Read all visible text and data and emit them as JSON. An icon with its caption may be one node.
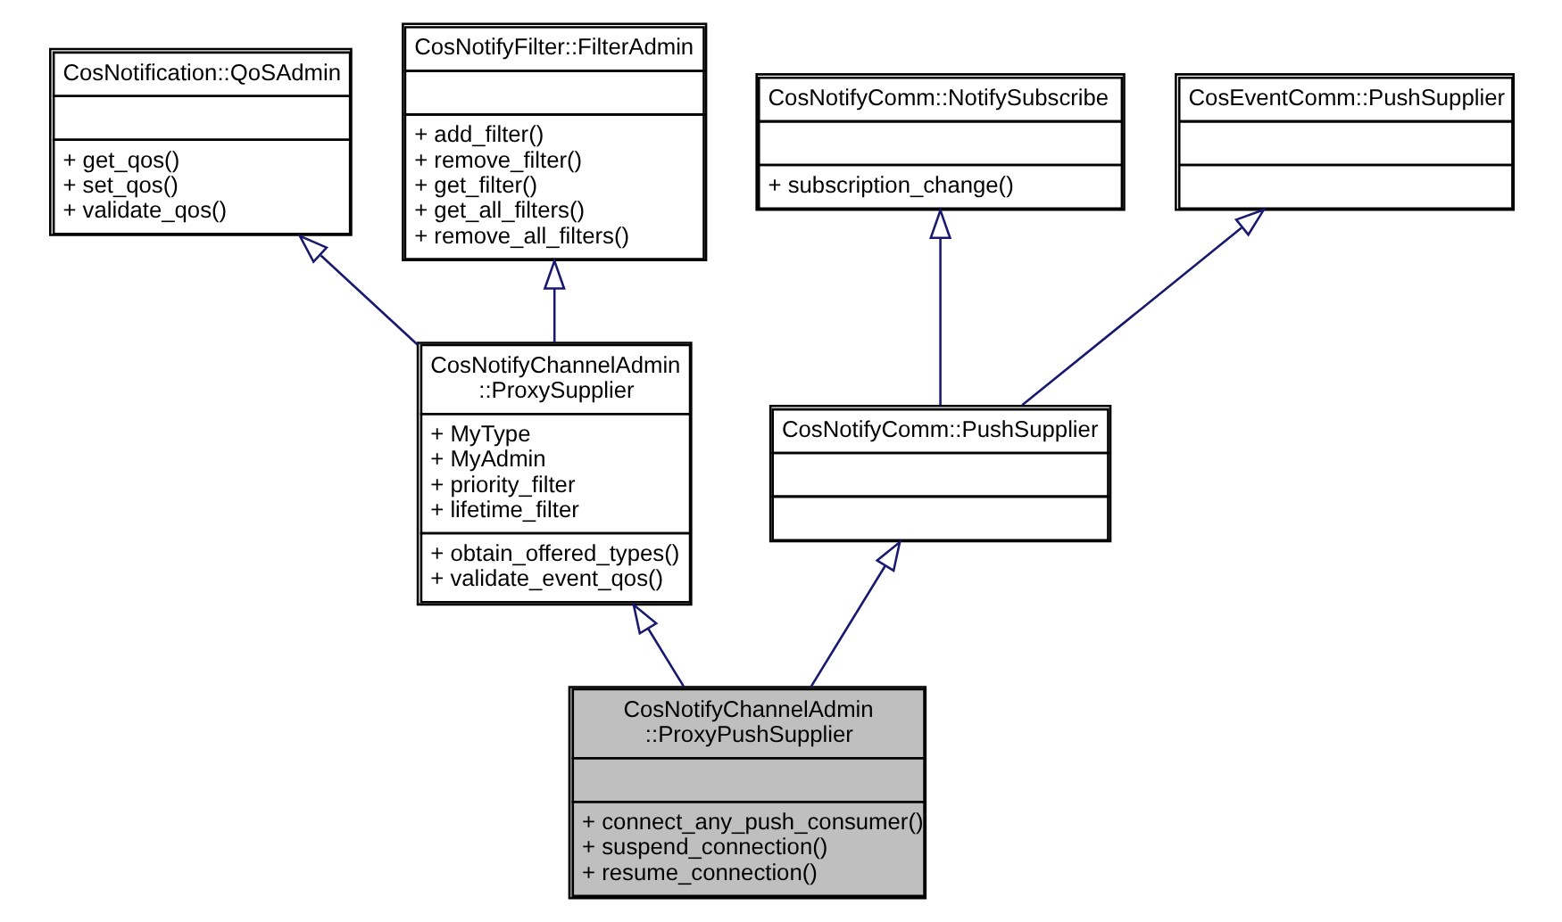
{
  "diagram": {
    "nodes": [
      {
        "text": [
          "CosNotification::QoSAdmin",
          "+ get_qos() + set_qos() + validate_qos()"
        ]
      },
      {
        "text": [
          "CosNotifyFilter::FilterAdmin",
          "+ add_filter() + remove_filter() + get_filter() + get_all_filters() + remove_all_filters()"
        ]
      },
      {
        "text": [
          "CosNotifyComm::NotifySubscribe",
          "+ subscription_change()"
        ]
      },
      {
        "text": [
          "CosEventComm::PushSupplier"
        ]
      },
      {
        "text": [
          "CosNotifyChannelAdmin ::ProxySupplier",
          "+ MyType + MyAdmin + priority_filter + lifetime_filter",
          "+ obtain_offered_types() + validate_event_qos()"
        ]
      },
      {
        "text": [
          "CosNotifyComm::PushSupplier"
        ]
      },
      {
        "text": [
          "CosNotifyChannelAdmin ::ProxyPushSupplier",
          "+ connect_any_push_consumer() + suspend_connection() + resume_connection()"
        ]
      }
    ],
    "edges": [
      {
        "from": 4,
        "to": 0,
        "arrow": "to"
      },
      {
        "from": 4,
        "to": 1,
        "arrow": "to"
      },
      {
        "from": 5,
        "to": 2,
        "arrow": "to"
      },
      {
        "from": 5,
        "to": 3,
        "arrow": "to"
      },
      {
        "from": 6,
        "to": 4,
        "arrow": "to"
      },
      {
        "from": 6,
        "to": 5,
        "arrow": "to"
      }
    ]
  }
}
